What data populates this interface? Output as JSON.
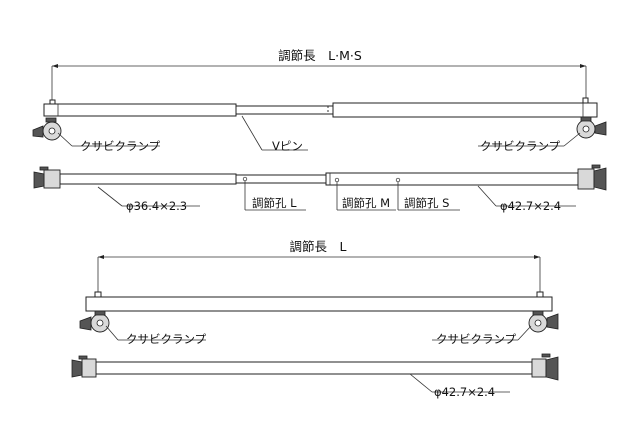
{
  "diagram": {
    "top": {
      "dimension": "調節長　L·M·S",
      "clamp_left": "クサビクランプ",
      "clamp_right": "クサビクランプ",
      "pin": "Vピン",
      "pipe_inner": "φ36.4×2.3",
      "pipe_outer": "φ42.7×2.4",
      "hole_l": "調節孔 L",
      "hole_m": "調節孔 M",
      "hole_s": "調節孔 S"
    },
    "bottom": {
      "dimension": "調節長　L",
      "clamp_left": "クサビクランプ",
      "clamp_right": "クサビクランプ",
      "pipe": "φ42.7×2.4"
    }
  }
}
